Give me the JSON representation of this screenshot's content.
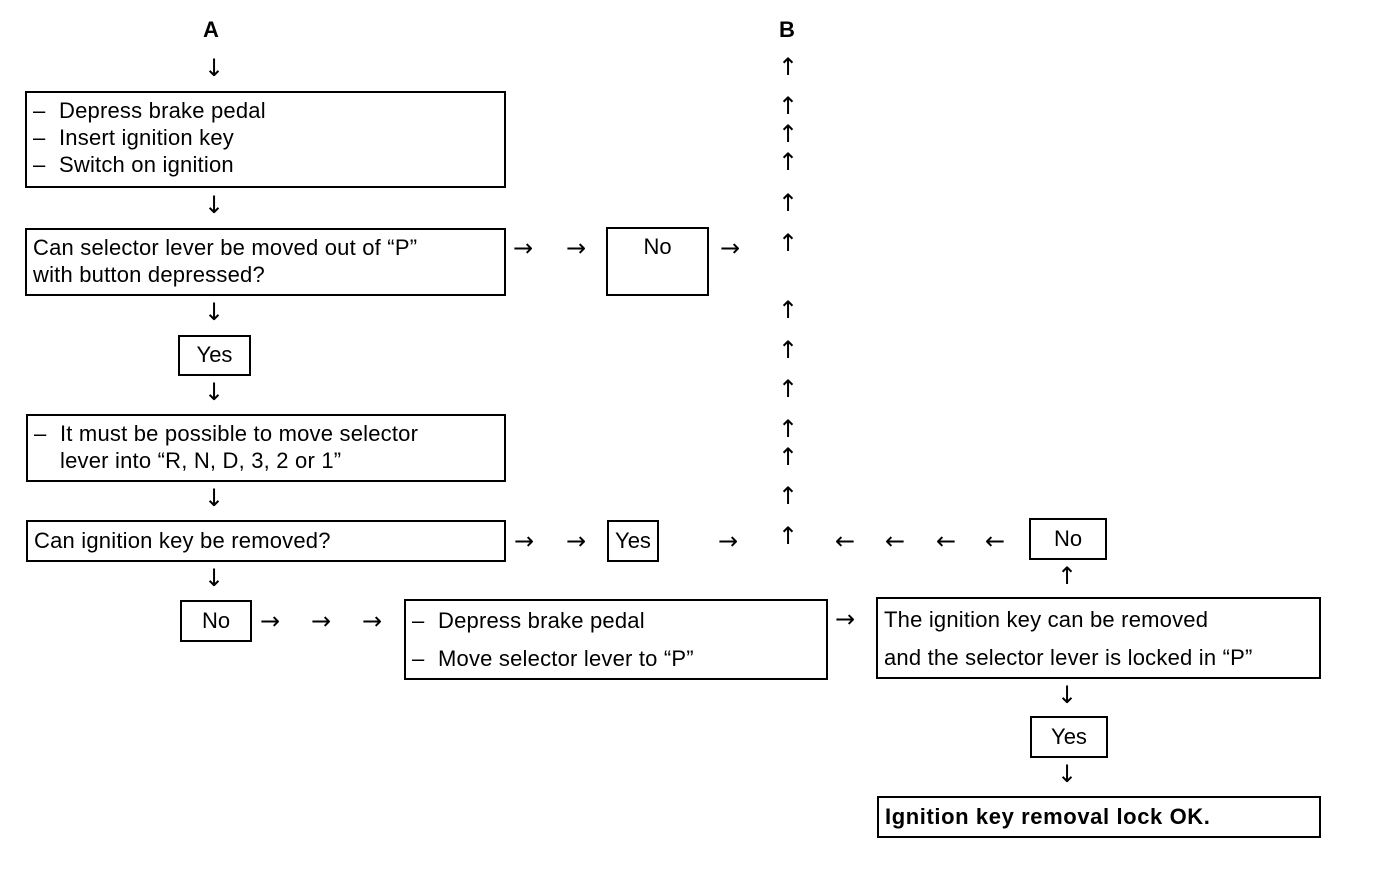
{
  "labels": {
    "a": "A",
    "b": "B"
  },
  "nodes": {
    "step1": {
      "lines": [
        "Depress brake pedal",
        "Insert ignition key",
        "Switch on ignition"
      ]
    },
    "q1": {
      "lines": [
        "Can selector lever be moved out of “P”",
        "with button depressed?"
      ]
    },
    "q1_no": "No",
    "q1_yes": "Yes",
    "step2": {
      "lines": [
        "It must be possible to move selector",
        "lever into “R, N, D, 3, 2 or 1”"
      ]
    },
    "q2": "Can ignition key be removed?",
    "q2_yes": "Yes",
    "q2_no": "No",
    "step3": {
      "lines": [
        "Depress brake pedal",
        "Move selector lever to “P”"
      ]
    },
    "q3": {
      "lines": [
        "The ignition key can be removed",
        "and the selector lever is locked in “P”"
      ]
    },
    "q3_yes": "Yes",
    "q3_no": "No",
    "result": "Ignition key removal lock OK."
  },
  "arrows": {
    "down": "↓",
    "up": "↑",
    "right": "→",
    "left": "←"
  }
}
